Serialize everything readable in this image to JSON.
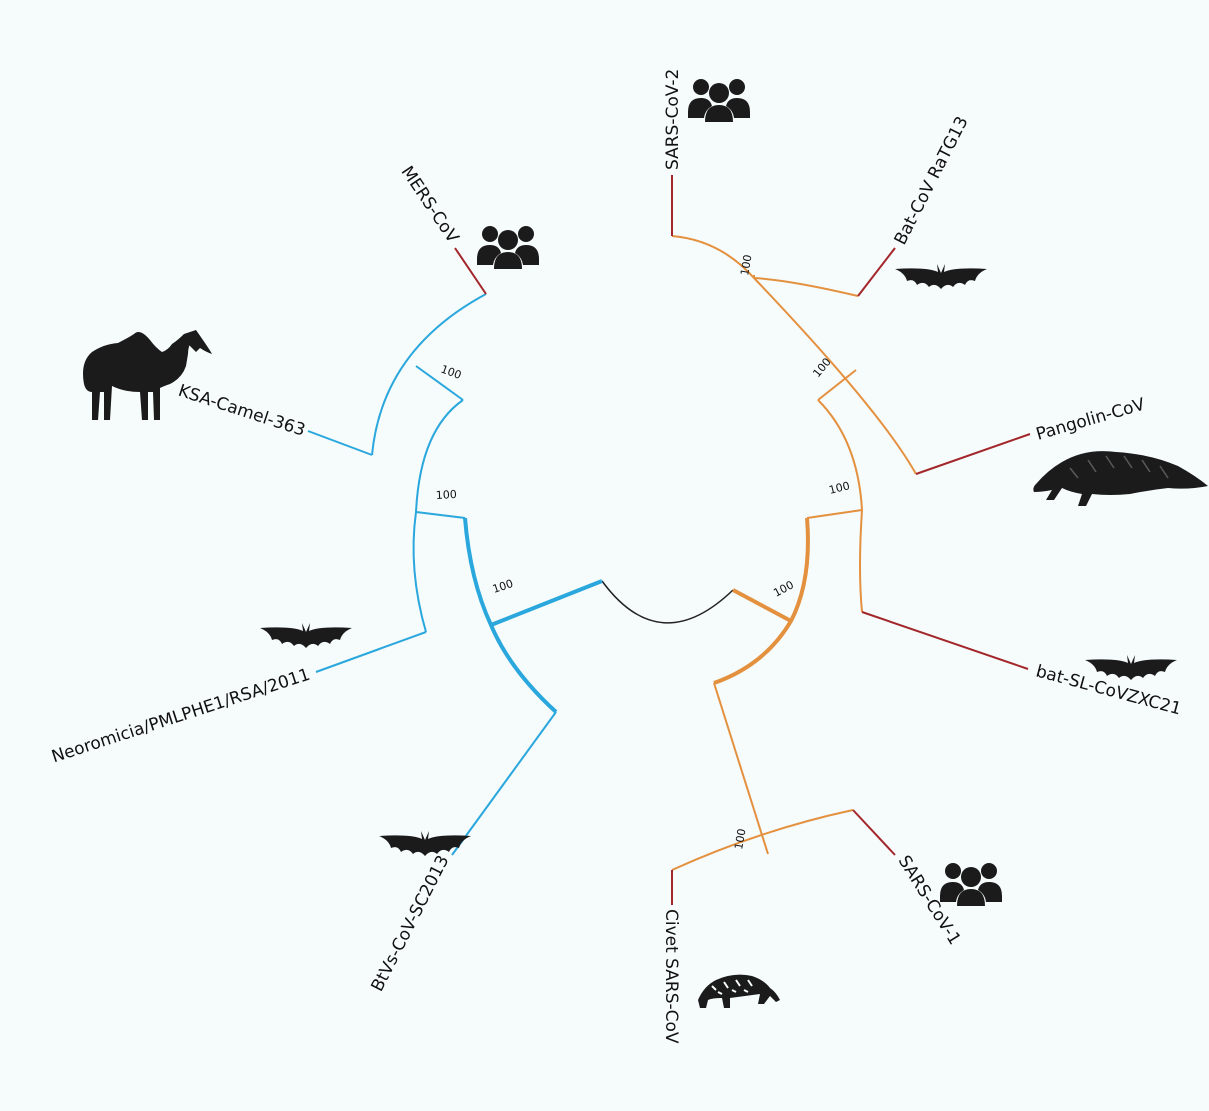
{
  "taxa": {
    "sars_cov_2": "SARS-CoV-2",
    "bat_cov_ratg13": "Bat-CoV RaTG13",
    "pangolin_cov": "Pangolin-CoV",
    "bat_sl_covzxc21": "bat-SL-CoVZXC21",
    "sars_cov_1": "SARS-CoV-1",
    "civet_sars_cov": "Civet SARS-CoV",
    "btvs_cov_sc2013": "BtVs-CoV-SC2013",
    "neoromicia": "Neoromicia/PMLPHE1/RSA/2011",
    "ksa_camel_363": "KSA-Camel-363",
    "mers_cov": "MERS-CoV"
  },
  "bootstrap": {
    "n1": "100",
    "n2": "100",
    "n3": "100",
    "n4": "100",
    "n5": "100",
    "n6": "100",
    "n7": "100",
    "n8": "100"
  },
  "colors": {
    "merbecovirus_clade": "#2aa7dc",
    "sarbecovirus_clade": "#e4913f",
    "terminal_branch": "#a3272a",
    "root": "#222222"
  },
  "icons": {
    "human_a": "people-icon",
    "human_b": "people-icon",
    "human_c": "people-icon",
    "camel": "camel-icon",
    "bat_a": "bat-icon",
    "bat_b": "bat-icon",
    "bat_c": "bat-icon",
    "bat_d": "bat-icon",
    "pangolin": "pangolin-icon",
    "civet": "civet-icon"
  }
}
